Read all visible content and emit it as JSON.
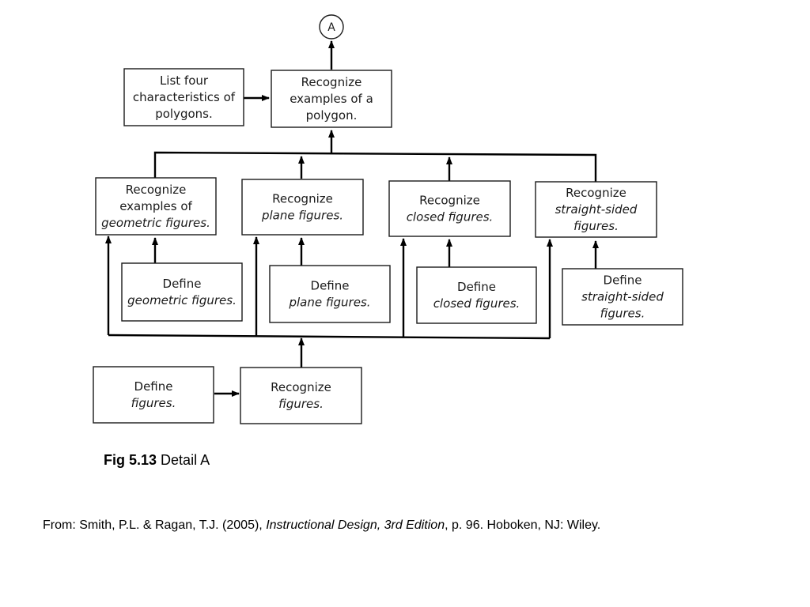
{
  "diagram": {
    "connector_label": "A",
    "boxes": {
      "list_four": {
        "lines": [
          [
            {
              "t": "List four"
            }
          ],
          [
            {
              "t": "characteristics of"
            }
          ],
          [
            {
              "t": "polygons."
            }
          ]
        ]
      },
      "recognize_polygon": {
        "lines": [
          [
            {
              "t": "Recognize"
            }
          ],
          [
            {
              "t": "examples of a"
            }
          ],
          [
            {
              "t": "polygon."
            }
          ]
        ]
      },
      "recognize_geometric": {
        "lines": [
          [
            {
              "t": "Recognize"
            }
          ],
          [
            {
              "t": "examples of"
            }
          ],
          [
            {
              "t": "geometric figures.",
              "i": true
            }
          ]
        ]
      },
      "recognize_plane": {
        "lines": [
          [
            {
              "t": "Recognize"
            }
          ],
          [
            {
              "t": "plane figures.",
              "i": true
            }
          ]
        ]
      },
      "recognize_closed": {
        "lines": [
          [
            {
              "t": "Recognize"
            }
          ],
          [
            {
              "t": "closed figures.",
              "i": true
            }
          ]
        ]
      },
      "recognize_straight": {
        "lines": [
          [
            {
              "t": "Recognize"
            }
          ],
          [
            {
              "t": "straight-sided",
              "i": true
            }
          ],
          [
            {
              "t": "figures.",
              "i": true
            }
          ]
        ]
      },
      "define_geometric": {
        "lines": [
          [
            {
              "t": "Define"
            }
          ],
          [
            {
              "t": "geometric figures.",
              "i": true
            }
          ]
        ]
      },
      "define_plane": {
        "lines": [
          [
            {
              "t": "Define"
            }
          ],
          [
            {
              "t": "plane figures.",
              "i": true
            }
          ]
        ]
      },
      "define_closed": {
        "lines": [
          [
            {
              "t": "Define"
            }
          ],
          [
            {
              "t": "closed figures.",
              "i": true
            }
          ]
        ]
      },
      "define_straight": {
        "lines": [
          [
            {
              "t": "Define"
            }
          ],
          [
            {
              "t": "straight-sided",
              "i": true
            }
          ],
          [
            {
              "t": "figures.",
              "i": true
            }
          ]
        ]
      },
      "define_figures": {
        "lines": [
          [
            {
              "t": "Define"
            }
          ],
          [
            {
              "t": "figures.",
              "i": true
            }
          ]
        ]
      },
      "recognize_figures": {
        "lines": [
          [
            {
              "t": "Recognize"
            }
          ],
          [
            {
              "t": "figures.",
              "i": true
            }
          ]
        ]
      }
    }
  },
  "caption": {
    "fig": "Fig 5.13",
    "text": "Detail A"
  },
  "citation": {
    "prefix": "From: Smith, P.L. & Ragan, T.J. (2005), ",
    "book": "Instructional Design, 3rd Edition",
    "suffix": ", p. 96. Hoboken, NJ: Wiley."
  }
}
